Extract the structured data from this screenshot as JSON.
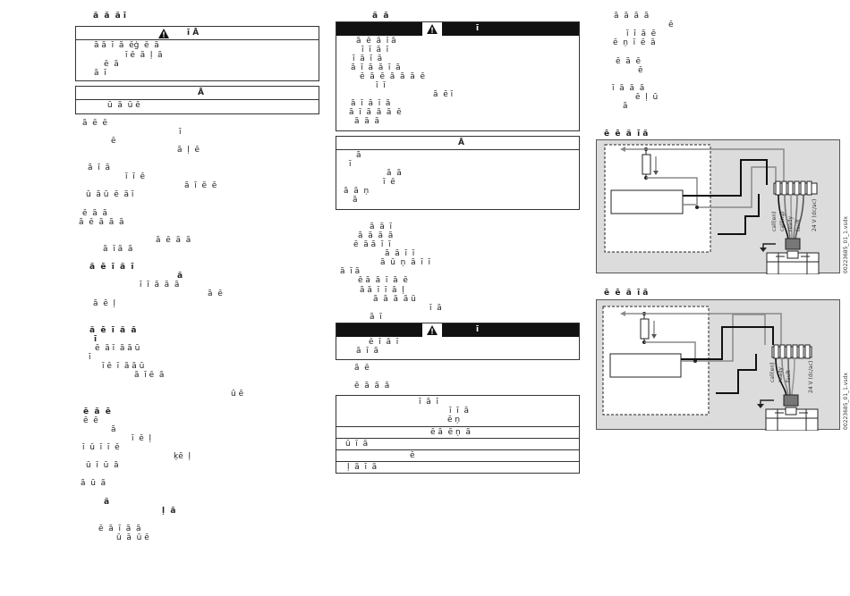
{
  "col1": {
    "heading": "ã  ã  ã ī",
    "warning1": {
      "title": "ī  Ā",
      "lines": [
        "ã ã  ī  ã  ēģ  ē  ã",
        "ī ē  ã  ļ  ã",
        "ē  ã",
        "ã  ī"
      ]
    },
    "warning2": {
      "title": "Ā",
      "lines": [
        "ū  ã  ū ē"
      ]
    },
    "body_lines": [
      "ã  ē  ē",
      "ī",
      "ē",
      "ã  ļ  ē",
      "ã  ī  ã",
      "ī  ī  ē",
      "ã  ī  ē  ē",
      "ū  ã ū  ē  ã ī",
      "ē  ã  ã",
      "ã  ē  ã  ã  ã",
      "ã  ē  ã  ã",
      "ã  ī ã  ã",
      "ã  ē  ī  ã  ī",
      "ã",
      "ī  ī  ã  ã  ã",
      "ã  ē",
      "ã  ē  ļ",
      "ã  ē  ī  ã  ã",
      "ī",
      "ē  ã ī  ã ã ū",
      "ī",
      "ī ē  ī  ã ã ū",
      "ã  ī ē  ã",
      "ū ē",
      "ē  ã  ē",
      "ē  ē",
      "ã",
      "ī  ē  ļ",
      "ī  ū  ī  ī  ē",
      "ķē  ļ",
      "ū  ī  ū  ã",
      "ã  ū  ã",
      "ã",
      "ļ  ã",
      "ē  ã  ī  ã  ã",
      "ū  ã  ū ē"
    ]
  },
  "col2": {
    "heading": "ã  ã",
    "warning3": {
      "title": "ī",
      "lines": [
        "ã  ē  ã  ī ã",
        "ī  ī  ã  ī",
        "ī  ã  ī  ã",
        "ã  ī  ã  ã  ī  ã",
        "ē  ã  ē  ã  ã  ã  ē",
        "ī  ī",
        "ã  ē ī",
        "ã  ī  ã  ī  ã",
        "ã  ī  ã  ã  ã  ē",
        "ã  ã  ã"
      ]
    },
    "warning4": {
      "title": "Ā",
      "lines": [
        "ã",
        "ī",
        "ã  ã",
        "ī  ē",
        "ã  ã  ņ",
        "ã"
      ]
    },
    "body_lines": [
      "ã  ã  ī",
      "ã  ã  ã  ã",
      "ē  ã ã  ī  ī",
      "ã  ã  ī  ī",
      "ã  ū  ņ  ã  ī  ī",
      "ã  ī ã",
      "ē ã  ã  ī  ã  ē",
      "ã ã  ī  ī  ã  ļ",
      "ã  ã  ã  ã ū",
      "ī  ã",
      "ã  ī"
    ],
    "warning5": {
      "title": "ī",
      "lines": [
        "ē  ī  ã  ī",
        "ã  ī  ã"
      ]
    },
    "after_lines": [
      "ã  ē",
      "ē  ã  ã  ã"
    ],
    "table": {
      "rows": [
        [
          "ī  ã  ī",
          "ī  ī  ã",
          "ē ņ"
        ],
        [
          "ē ã  ē ņ  ã"
        ],
        [
          "ū  ī  ã"
        ],
        [
          "ē"
        ],
        [
          "ļ  ã  ī  ã"
        ]
      ]
    }
  },
  "col3": {
    "body_lines": [
      "ã  ã  ã  ã",
      "ē",
      "ī  ī  ã  ē",
      "ē  ņ  ī  ē  ã",
      "ē  ã  ē",
      "ē",
      "ī  ã  ã  ã",
      "ē  ļ  ū",
      "ã"
    ],
    "diagram1": {
      "caption": "ē  ē  ã  ī ã",
      "id_label": "00223685_01_1.vsdx",
      "wires": [
        "call(en)",
        "call(ng)",
        "ready",
        "fault",
        "24 V (dc/ac)"
      ]
    },
    "diagram2": {
      "caption": "ē  ē  ã  ī ã",
      "id_label": "00223685_01_1.vsdx",
      "wires": [
        "call(en)",
        "ready",
        "fault",
        "24 V (dc/ac)"
      ]
    }
  },
  "colors": {
    "ink": "#222222",
    "rule": "#333333",
    "diagram_bg": "#dcdcdc",
    "wire_dark": "#111111",
    "wire_grey": "#8a8a8a"
  }
}
